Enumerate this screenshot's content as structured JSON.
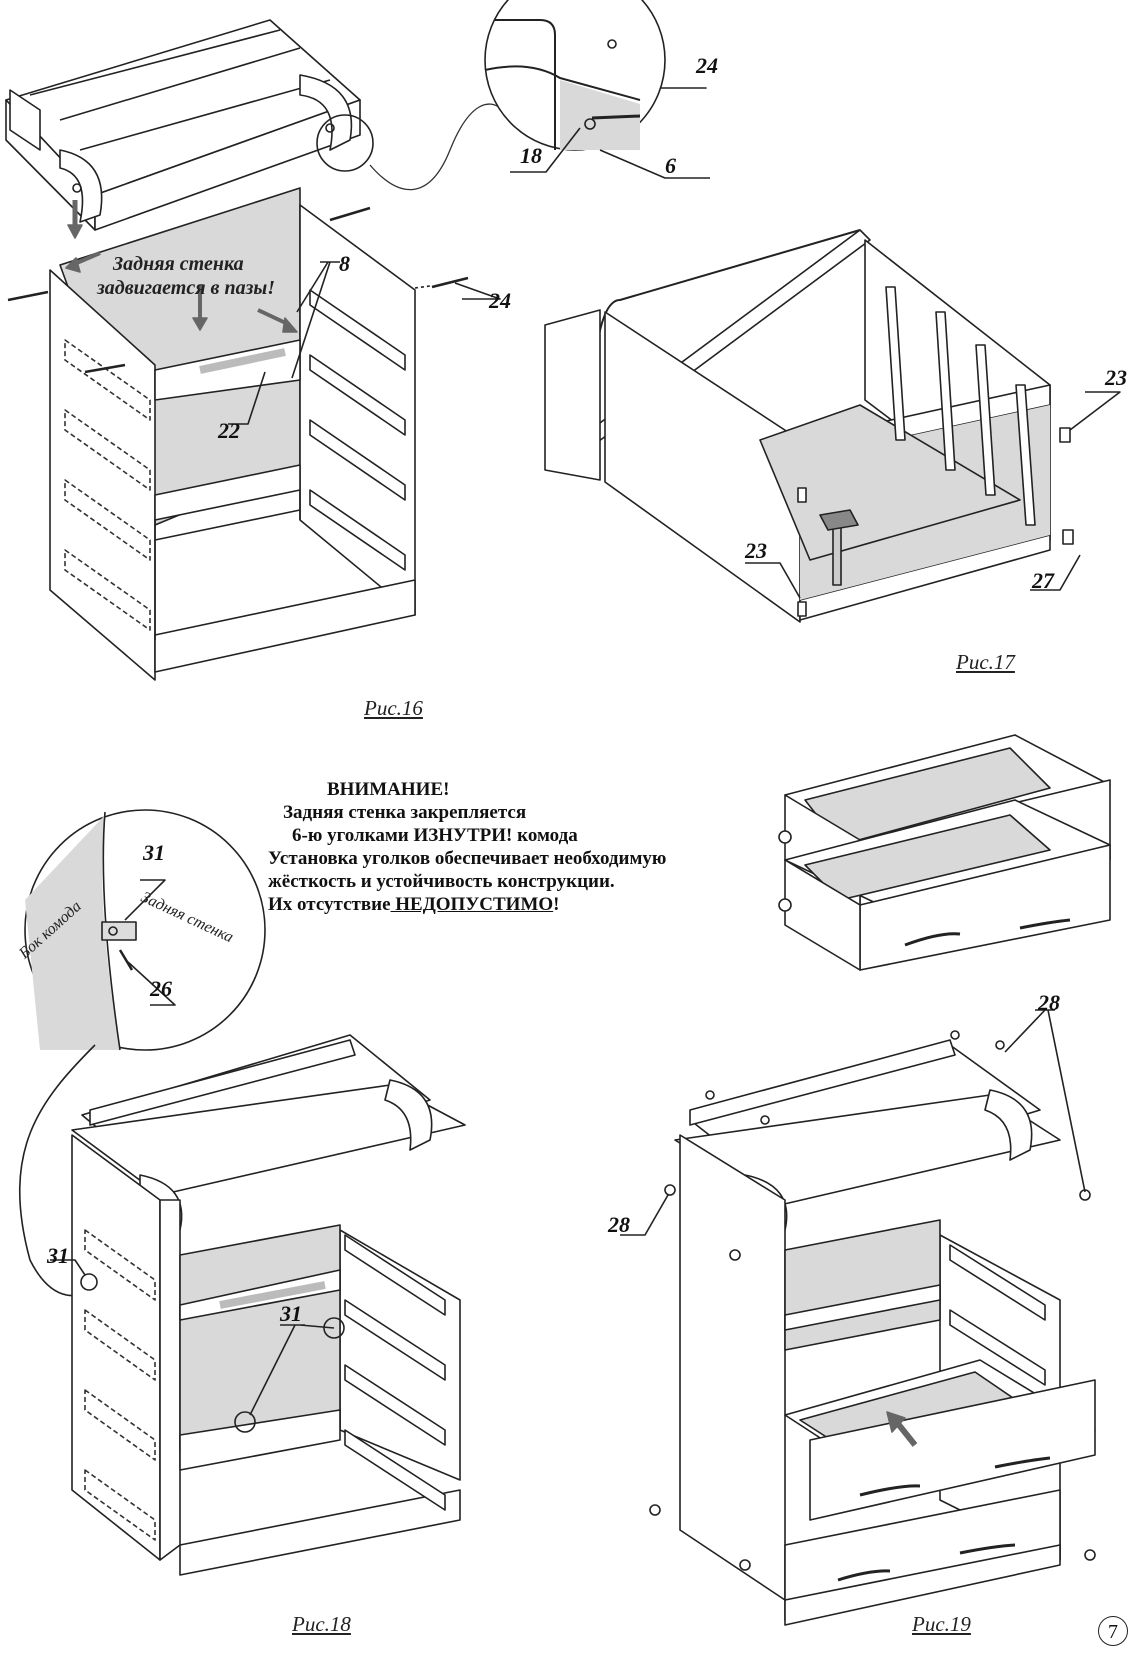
{
  "figures": {
    "fig16": {
      "caption": "Рис.16",
      "note_line1": "Задняя стенка",
      "note_line2": "задвигается в пазы!",
      "labels": [
        "8",
        "22",
        "24"
      ]
    },
    "fig17": {
      "caption": "Рис.17",
      "labels": [
        "23",
        "27"
      ]
    },
    "fig18": {
      "caption": "Рис.18",
      "detail_side": "Бок комода",
      "detail_back": "Задняя стенка",
      "labels": [
        "31",
        "26"
      ]
    },
    "fig19": {
      "caption": "Рис.19",
      "labels": [
        "28"
      ]
    }
  },
  "detail_callout": {
    "labels": [
      "24",
      "18",
      "6"
    ]
  },
  "warning": {
    "title": "ВНИМАНИЕ!",
    "line1": "Задняя стенка закрепляется",
    "line2": "6-ю уголками ИЗНУТРИ! комода",
    "line3": "Установка уголков обеспечивает необходимую",
    "line4": "жёсткость и устойчивость конструкции.",
    "line5_prefix": "Их отсутствие",
    "line5_emph": " НЕДОПУСТИМО",
    "line5_suffix": "!"
  },
  "page_number": "7"
}
